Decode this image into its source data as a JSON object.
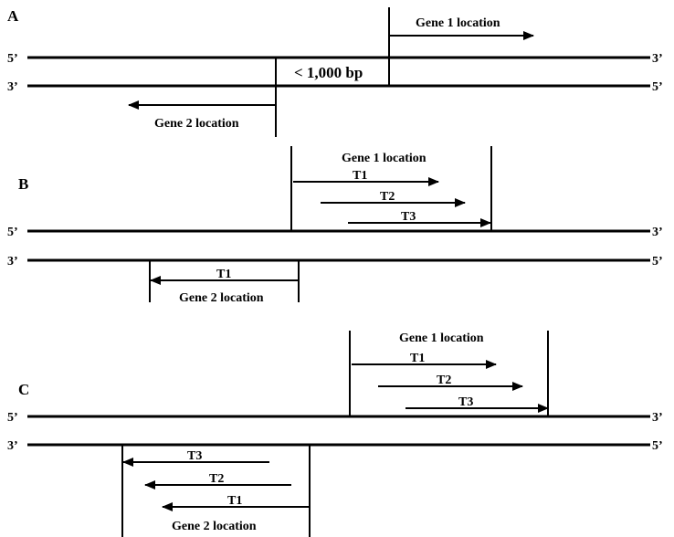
{
  "panels": {
    "a": {
      "letter": "A",
      "top_5": "5’",
      "top_3": "3’",
      "bottom_3": "3’",
      "bottom_5": "5’",
      "gene1": "Gene 1 location",
      "gene2": "Gene 2 location",
      "distance": "< 1,000 bp"
    },
    "b": {
      "letter": "B",
      "top_5": "5’",
      "top_3": "3’",
      "bottom_3": "3’",
      "bottom_5": "5’",
      "gene1": "Gene 1 location",
      "gene1_transcripts": [
        "T1",
        "T2",
        "T3"
      ],
      "gene2": "Gene 2 location",
      "gene2_transcripts": [
        "T1"
      ]
    },
    "c": {
      "letter": "C",
      "top_5": "5’",
      "top_3": "3’",
      "bottom_3": "3’",
      "bottom_5": "5’",
      "gene1": "Gene 1 location",
      "gene1_transcripts": [
        "T1",
        "T2",
        "T3"
      ],
      "gene2": "Gene 2 location",
      "gene2_transcripts": [
        "T3",
        "T2",
        "T1"
      ]
    }
  }
}
